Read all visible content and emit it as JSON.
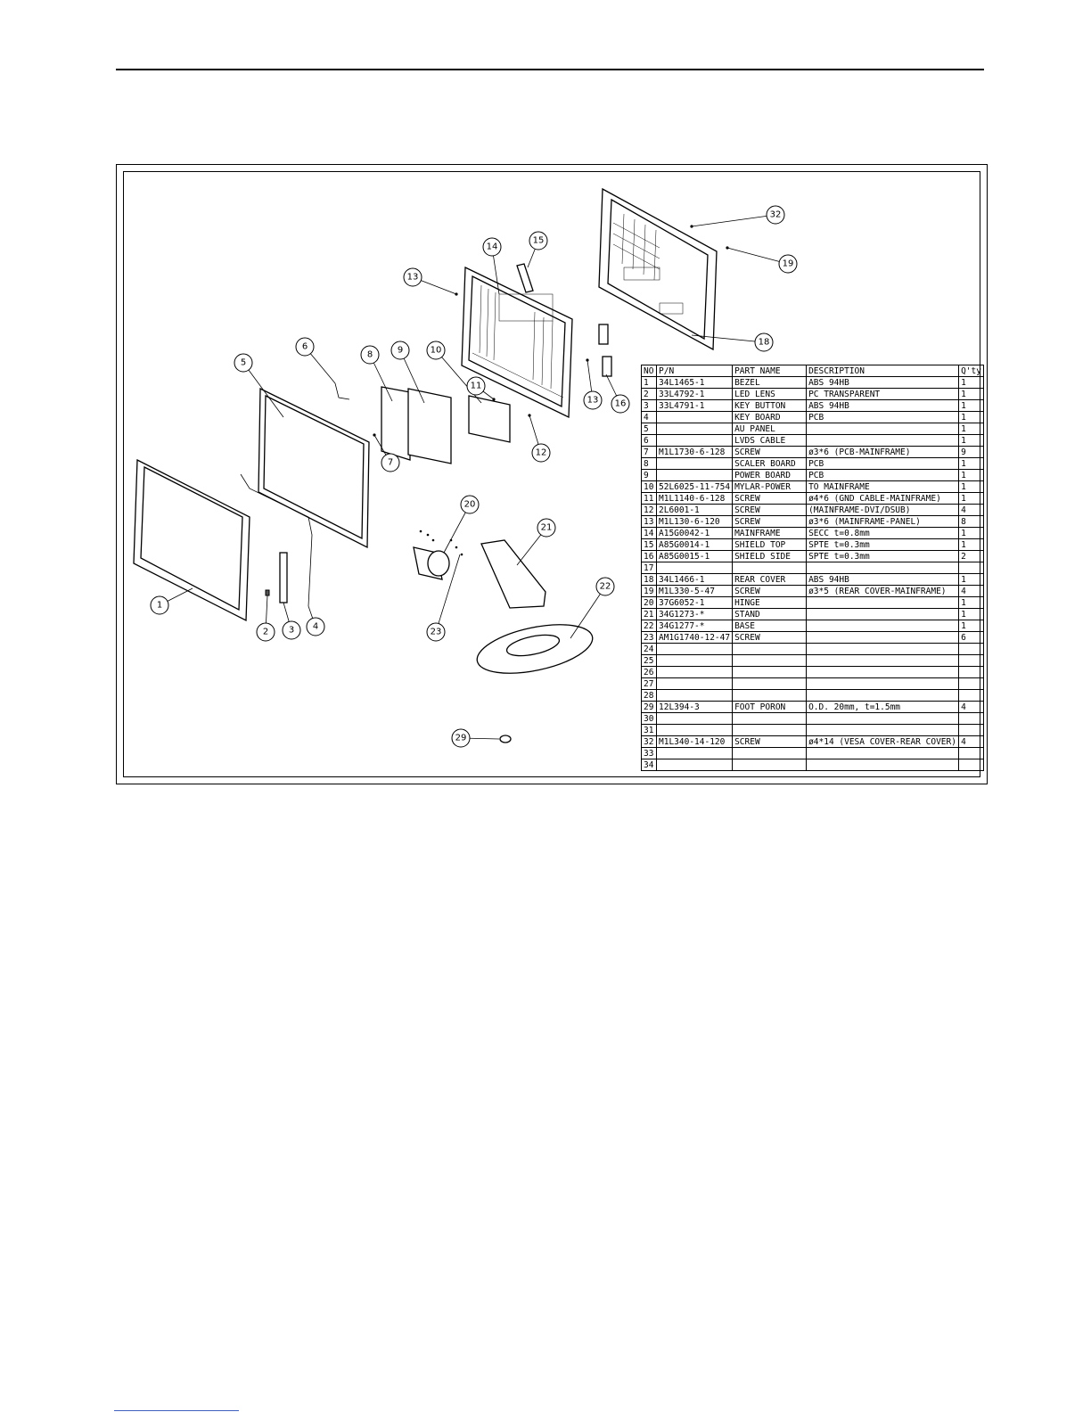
{
  "callouts": [
    "32",
    "19",
    "15",
    "14",
    "13",
    "18",
    "6",
    "5",
    "8",
    "9",
    "10",
    "11",
    "13",
    "16",
    "7",
    "12",
    "20",
    "21",
    "22",
    "1",
    "2",
    "3",
    "4",
    "23",
    "29"
  ],
  "bom": {
    "headers": {
      "no": "NO",
      "pn": "P/N",
      "name": "PART NAME",
      "desc": "DESCRIPTION",
      "qty": "Q'ty"
    },
    "rows": [
      {
        "no": "1",
        "pn": "34L1465-1",
        "name": "BEZEL",
        "desc": "ABS 94HB",
        "qty": "1"
      },
      {
        "no": "2",
        "pn": "33L4792-1",
        "name": "LED LENS",
        "desc": "PC TRANSPARENT",
        "qty": "1"
      },
      {
        "no": "3",
        "pn": "33L4791-1",
        "name": "KEY BUTTON",
        "desc": "ABS 94HB",
        "qty": "1"
      },
      {
        "no": "4",
        "pn": "",
        "name": "KEY BOARD",
        "desc": "PCB",
        "qty": "1"
      },
      {
        "no": "5",
        "pn": "",
        "name": "AU PANEL",
        "desc": "",
        "qty": "1"
      },
      {
        "no": "6",
        "pn": "",
        "name": "LVDS CABLE",
        "desc": "",
        "qty": "1"
      },
      {
        "no": "7",
        "pn": "M1L1730-6-128",
        "name": "SCREW",
        "desc": "ø3*6 (PCB-MAINFRAME)",
        "qty": "9"
      },
      {
        "no": "8",
        "pn": "",
        "name": "SCALER BOARD",
        "desc": "PCB",
        "qty": "1"
      },
      {
        "no": "9",
        "pn": "",
        "name": "POWER BOARD",
        "desc": "PCB",
        "qty": "1"
      },
      {
        "no": "10",
        "pn": "52L6025-11-754",
        "name": "MYLAR-POWER",
        "desc": "TO MAINFRAME",
        "qty": "1"
      },
      {
        "no": "11",
        "pn": "M1L1140-6-128",
        "name": "SCREW",
        "desc": "ø4*6 (GND CABLE-MAINFRAME)",
        "qty": "1"
      },
      {
        "no": "12",
        "pn": "2L6001-1",
        "name": "SCREW",
        "desc": "(MAINFRAME-DVI/DSUB)",
        "qty": "4"
      },
      {
        "no": "13",
        "pn": "M1L130-6-120",
        "name": "SCREW",
        "desc": "ø3*6 (MAINFRAME-PANEL)",
        "qty": "8"
      },
      {
        "no": "14",
        "pn": "A15G0042-1",
        "name": "MAINFRAME",
        "desc": "SECC t=0.8mm",
        "qty": "1"
      },
      {
        "no": "15",
        "pn": "A85G0014-1",
        "name": "SHIELD TOP",
        "desc": "SPTE t=0.3mm",
        "qty": "1"
      },
      {
        "no": "16",
        "pn": "A85G0015-1",
        "name": "SHIELD SIDE",
        "desc": "SPTE t=0.3mm",
        "qty": "2"
      },
      {
        "no": "17",
        "pn": "",
        "name": "",
        "desc": "",
        "qty": ""
      },
      {
        "no": "18",
        "pn": "34L1466-1",
        "name": "REAR COVER",
        "desc": "ABS 94HB",
        "qty": "1"
      },
      {
        "no": "19",
        "pn": "M1L330-5-47",
        "name": "SCREW",
        "desc": "ø3*5 (REAR COVER-MAINFRAME)",
        "qty": "4"
      },
      {
        "no": "20",
        "pn": "37G6052-1",
        "name": "HINGE",
        "desc": "",
        "qty": "1"
      },
      {
        "no": "21",
        "pn": "34G1273-*",
        "name": "STAND",
        "desc": "",
        "qty": "1"
      },
      {
        "no": "22",
        "pn": "34G1277-*",
        "name": "BASE",
        "desc": "",
        "qty": "1"
      },
      {
        "no": "23",
        "pn": "AM1G1740-12-47",
        "name": "SCREW",
        "desc": "",
        "qty": "6"
      },
      {
        "no": "24",
        "pn": "",
        "name": "",
        "desc": "",
        "qty": ""
      },
      {
        "no": "25",
        "pn": "",
        "name": "",
        "desc": "",
        "qty": ""
      },
      {
        "no": "26",
        "pn": "",
        "name": "",
        "desc": "",
        "qty": ""
      },
      {
        "no": "27",
        "pn": "",
        "name": "",
        "desc": "",
        "qty": ""
      },
      {
        "no": "28",
        "pn": "",
        "name": "",
        "desc": "",
        "qty": ""
      },
      {
        "no": "29",
        "pn": "12L394-3",
        "name": "FOOT PORON",
        "desc": "O.D. 20mm, t=1.5mm",
        "qty": "4"
      },
      {
        "no": "30",
        "pn": "",
        "name": "",
        "desc": "",
        "qty": ""
      },
      {
        "no": "31",
        "pn": "",
        "name": "",
        "desc": "",
        "qty": ""
      },
      {
        "no": "32",
        "pn": "M1L340-14-120",
        "name": "SCREW",
        "desc": "ø4*14 (VESA COVER-REAR COVER)",
        "qty": "4"
      },
      {
        "no": "33",
        "pn": "",
        "name": "",
        "desc": "",
        "qty": ""
      },
      {
        "no": "34",
        "pn": "",
        "name": "",
        "desc": "",
        "qty": ""
      }
    ]
  }
}
